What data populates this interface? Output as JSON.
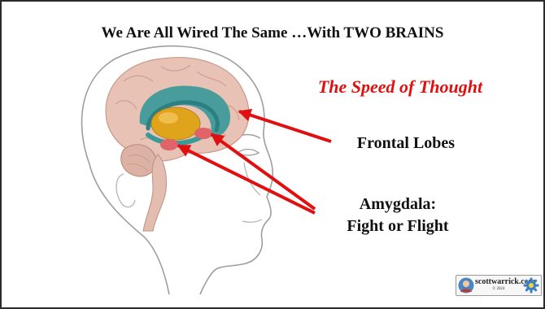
{
  "title": "We Are All Wired The Same …With TWO BRAINS",
  "subtitle": "The Speed of Thought",
  "labels": {
    "frontal_lobes": "Frontal Lobes",
    "amygdala_line1": "Amygdala:",
    "amygdala_line2": "Fight or Flight"
  },
  "logo": {
    "text": "scottwarrick.com",
    "year": "© 2024"
  },
  "colors": {
    "title": "#111111",
    "subtitle": "#e01010",
    "arrow": "#e01010",
    "brain": "#e8c2b4",
    "limbic": "#3a9a9a",
    "thalamus": "#e0a41c",
    "amygdala": "#e0636a"
  }
}
